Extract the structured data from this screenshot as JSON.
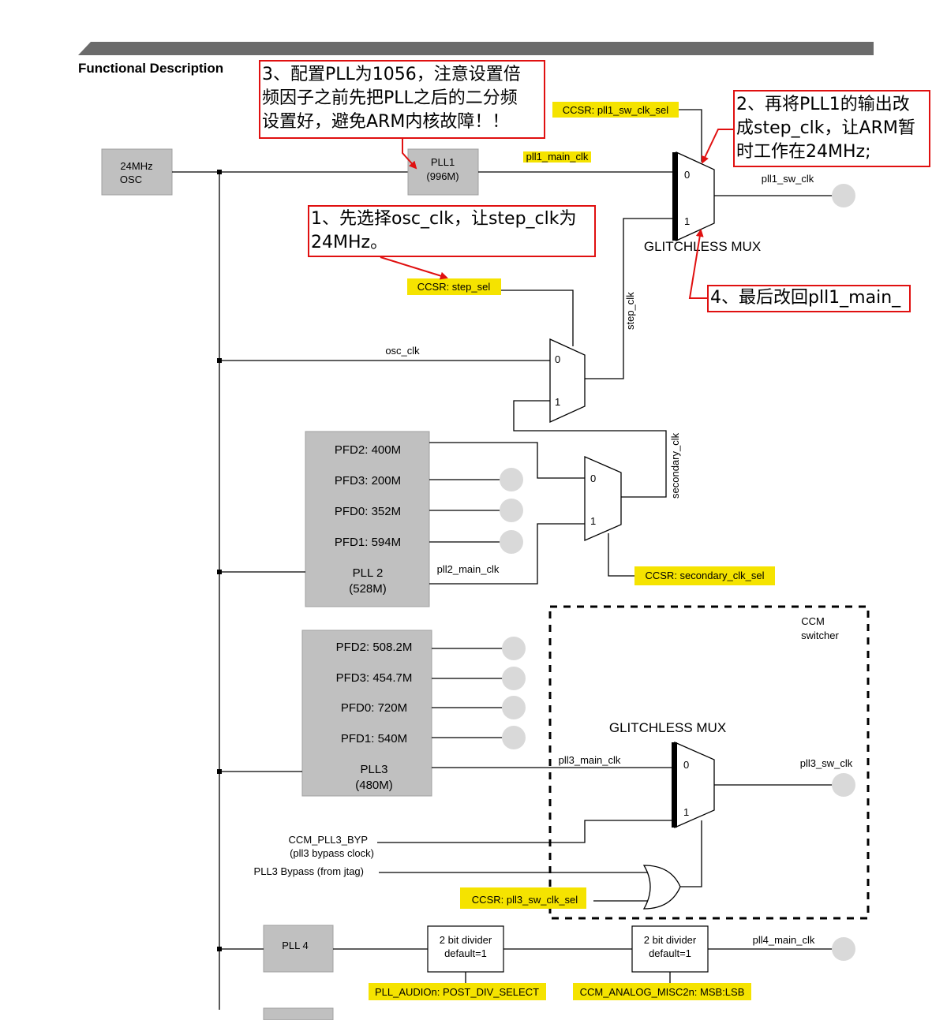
{
  "header": {
    "title": "Functional Description"
  },
  "sources": {
    "osc": [
      "24MHz",
      "OSC"
    ],
    "pll1": [
      "PLL1",
      "(996M)"
    ],
    "pll4": "PLL 4"
  },
  "pll2_block": {
    "pfds": [
      "PFD2: 400M",
      "PFD3: 200M",
      "PFD0: 352M",
      "PFD1: 594M"
    ],
    "name": [
      "PLL 2",
      "(528M)"
    ]
  },
  "pll3_block": {
    "pfds": [
      "PFD2: 508.2M",
      "PFD3: 454.7M",
      "PFD0: 720M",
      "PFD1: 540M"
    ],
    "name": [
      "PLL3",
      "(480M)"
    ]
  },
  "signals": {
    "pll1_main_clk": "pll1_main_clk",
    "pll1_sw_clk": "pll1_sw_clk",
    "osc_clk": "osc_clk",
    "step_clk": "step_clk",
    "secondary_clk": "secondary_clk",
    "pll2_main_clk": "pll2_main_clk",
    "pll3_main_clk": "pll3_main_clk",
    "pll3_sw_clk": "pll3_sw_clk",
    "pll4_main_clk": "pll4_main_clk",
    "pll3_byp": "CCM_PLL3_BYP",
    "pll3_byp_sub": "(pll3 bypass clock)",
    "pll3_jtag": "PLL3 Bypass (from jtag)"
  },
  "registers": {
    "pll1_sw_clk_sel": "CCSR: pll1_sw_clk_sel",
    "step_sel": "CCSR: step_sel",
    "secondary_clk_sel": "CCSR: secondary_clk_sel",
    "pll3_sw_clk_sel": "CCSR: pll3_sw_clk_sel",
    "post_div_select": "PLL_AUDIOn: POST_DIV_SELECT",
    "misc2": "CCM_ANALOG_MISC2n: MSB:LSB"
  },
  "muxes": {
    "glitchless": "GLITCHLESS MUX",
    "in0": "0",
    "in1": "1"
  },
  "ccm_switcher": [
    "CCM",
    "switcher"
  ],
  "dividers": {
    "line1": "2 bit divider",
    "line2": "default=1"
  },
  "annotations": {
    "step1": [
      "1、先选择osc_clk，让step_clk为",
      "24MHz。"
    ],
    "step2": [
      "2、再将PLL1的输出改",
      "成step_clk，让ARM暂",
      "时工作在24MHz;"
    ],
    "step3": [
      "3、配置PLL为1056，注意设置倍",
      "频因子之前先把PLL之后的二分频",
      "设置好，避免ARM内核故障！！"
    ],
    "step4": "4、最后改回pll1_main_"
  },
  "colors": {
    "highlight": "#f5e300",
    "annotation_red": "#e01010",
    "block_gray": "#c0c0c0",
    "header_bar": "#6b6b6b"
  }
}
